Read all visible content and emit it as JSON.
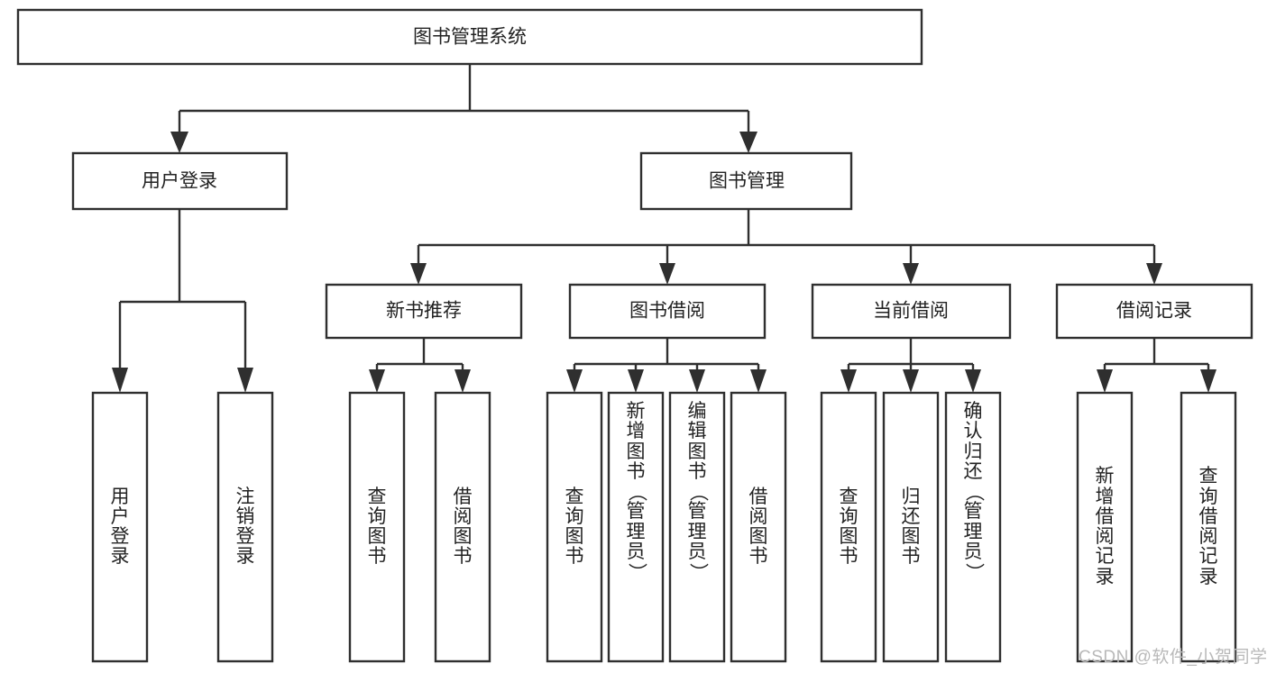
{
  "diagram": {
    "type": "tree",
    "title_text": "图书管理系统",
    "orientation": "top-down",
    "colors": {
      "box_stroke": "#2f2f2f",
      "box_fill": "#ffffff",
      "connector": "#2f2f2f",
      "label_text": "#222222",
      "watermark": "#b9b9b9",
      "background": "#ffffff"
    },
    "root": {
      "id": "root",
      "label": "图书管理系统"
    },
    "level2": [
      {
        "id": "user-login",
        "label": "用户登录"
      },
      {
        "id": "book-management",
        "label": "图书管理"
      }
    ],
    "level3": [
      {
        "id": "new-book-recommend",
        "label": "新书推荐",
        "parent": "book-management"
      },
      {
        "id": "book-borrow",
        "label": "图书借阅",
        "parent": "book-management"
      },
      {
        "id": "current-borrow",
        "label": "当前借阅",
        "parent": "book-management"
      },
      {
        "id": "borrow-record",
        "label": "借阅记录",
        "parent": "book-management"
      }
    ],
    "leaves": {
      "user-login": [
        {
          "id": "leaf-user-login",
          "label": "用户登录"
        },
        {
          "id": "leaf-logout",
          "label": "注销登录"
        }
      ],
      "new-book-recommend": [
        {
          "id": "leaf-query-book-1",
          "label": "查询图书"
        },
        {
          "id": "leaf-borrow-book-1",
          "label": "借阅图书"
        }
      ],
      "book-borrow": [
        {
          "id": "leaf-query-book-2",
          "label": "查询图书"
        },
        {
          "id": "leaf-add-book",
          "label": "新增图书（管理员）"
        },
        {
          "id": "leaf-edit-book",
          "label": "编辑图书（管理员）"
        },
        {
          "id": "leaf-borrow-book-2",
          "label": "借阅图书"
        }
      ],
      "current-borrow": [
        {
          "id": "leaf-query-book-3",
          "label": "查询图书"
        },
        {
          "id": "leaf-return-book",
          "label": "归还图书"
        },
        {
          "id": "leaf-confirm-return",
          "label": "确认归还（管理员）"
        }
      ],
      "borrow-record": [
        {
          "id": "leaf-add-record",
          "label": "新增借阅记录"
        },
        {
          "id": "leaf-query-record",
          "label": "查询借阅记录"
        }
      ]
    }
  },
  "watermark": {
    "text": "CSDN @软件_小贺同学"
  }
}
